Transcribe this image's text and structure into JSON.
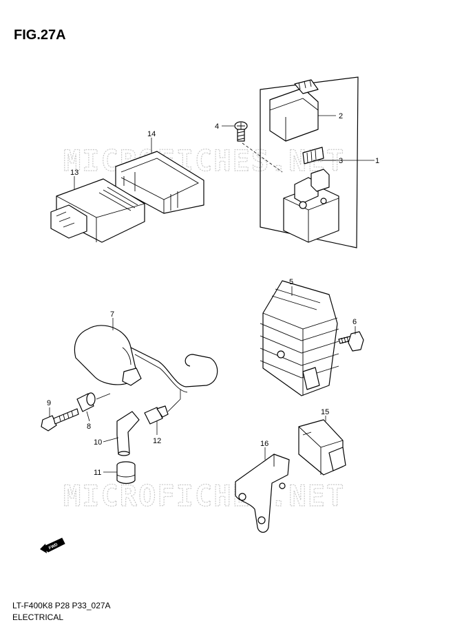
{
  "figure_title": "FIG.27A",
  "watermark": "MICROFICHES.NET",
  "footer": {
    "model_code": "LT-F400K8 P28 P33_027A",
    "category": "ELECTRICAL"
  },
  "fwd_label": "FWD",
  "callouts": [
    "1",
    "2",
    "3",
    "4",
    "5",
    "6",
    "7",
    "8",
    "9",
    "10",
    "11",
    "12",
    "13",
    "14",
    "15",
    "16"
  ]
}
